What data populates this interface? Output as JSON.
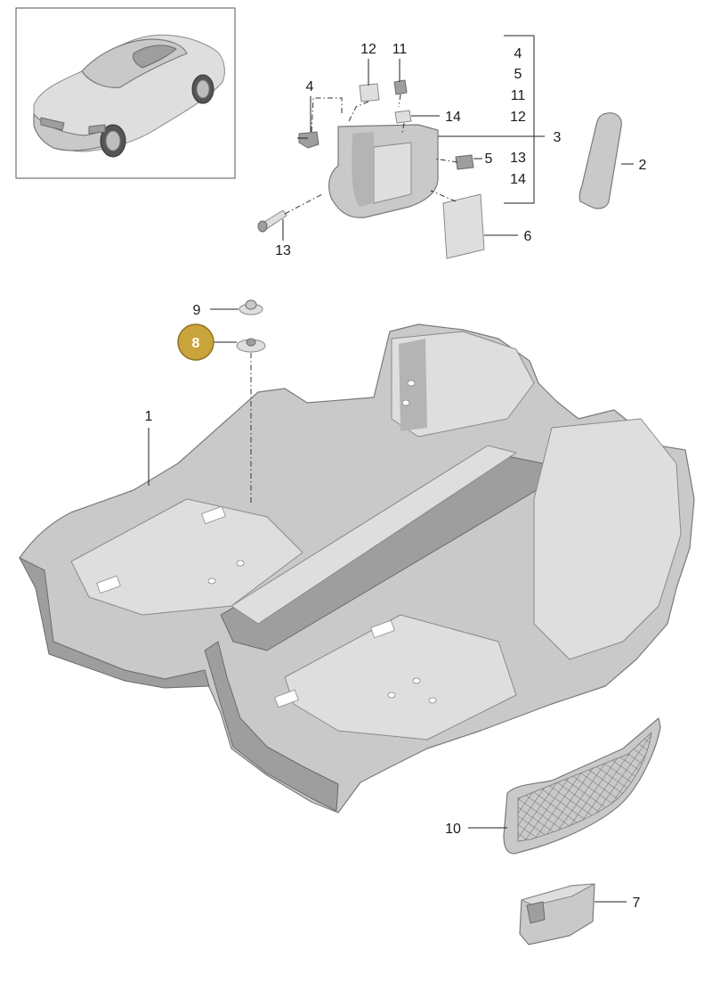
{
  "labels": {
    "l1": "1",
    "l2": "2",
    "l3": "3",
    "l4": "4",
    "l5": "5",
    "l6": "6",
    "l7": "7",
    "l8": "8",
    "l9": "9",
    "l10": "10",
    "l11": "11",
    "l12": "12",
    "l13": "13",
    "l14": "14"
  },
  "bracket_list": [
    "4",
    "5",
    "11",
    "12",
    "13",
    "14"
  ],
  "highlight": {
    "part": "8",
    "color": "#c9a43a"
  }
}
